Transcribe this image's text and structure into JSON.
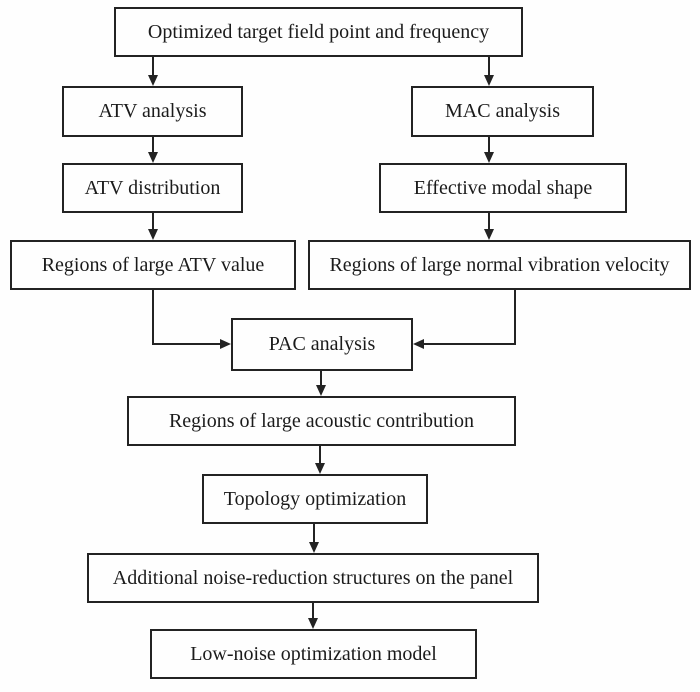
{
  "diagram": {
    "type": "flowchart",
    "colors": {
      "background": "#fefefe",
      "box_border": "#232323",
      "box_fill": "#fefefe",
      "text": "#1b1b1b",
      "connector": "#232323"
    },
    "nodes": {
      "target": {
        "label": "Optimized target field point and frequency"
      },
      "atv_analysis": {
        "label": "ATV analysis"
      },
      "mac_analysis": {
        "label": "MAC analysis"
      },
      "atv_distribution": {
        "label": "ATV distribution"
      },
      "effective_modal_shape": {
        "label": "Effective modal shape"
      },
      "regions_large_atv": {
        "label": "Regions of large ATV value"
      },
      "regions_large_normal": {
        "label": "Regions of large normal vibration velocity"
      },
      "pac_analysis": {
        "label": "PAC analysis"
      },
      "regions_large_acoustic": {
        "label": "Regions of large acoustic contribution"
      },
      "topology_optimization": {
        "label": "Topology optimization"
      },
      "additional_structures": {
        "label": "Additional noise-reduction structures on the panel"
      },
      "low_noise_model": {
        "label": "Low-noise optimization model"
      }
    },
    "edges": [
      {
        "from": "target",
        "to": "atv_analysis"
      },
      {
        "from": "target",
        "to": "mac_analysis"
      },
      {
        "from": "atv_analysis",
        "to": "atv_distribution"
      },
      {
        "from": "mac_analysis",
        "to": "effective_modal_shape"
      },
      {
        "from": "atv_distribution",
        "to": "regions_large_atv"
      },
      {
        "from": "effective_modal_shape",
        "to": "regions_large_normal"
      },
      {
        "from": "regions_large_atv",
        "to": "pac_analysis"
      },
      {
        "from": "regions_large_normal",
        "to": "pac_analysis"
      },
      {
        "from": "pac_analysis",
        "to": "regions_large_acoustic"
      },
      {
        "from": "regions_large_acoustic",
        "to": "topology_optimization"
      },
      {
        "from": "topology_optimization",
        "to": "additional_structures"
      },
      {
        "from": "additional_structures",
        "to": "low_noise_model"
      }
    ]
  }
}
